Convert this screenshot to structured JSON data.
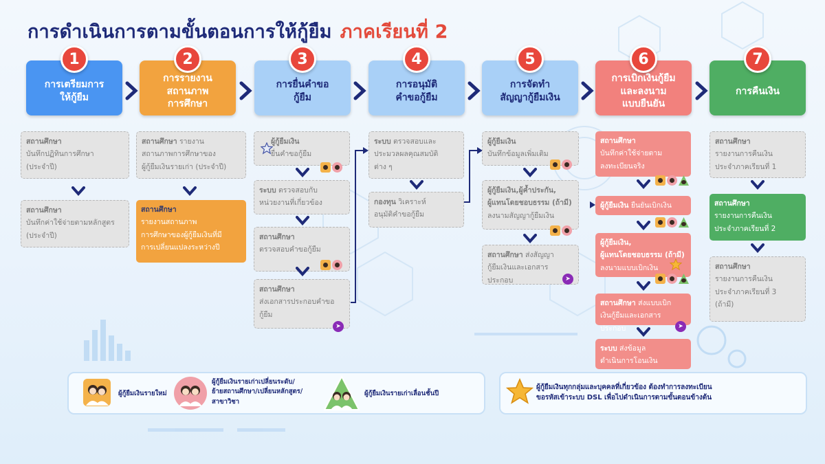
{
  "title": {
    "main": "การดำเนินการตามขั้นตอนการให้กู้ยืม",
    "accent": "ภาคเรียนที่ 2"
  },
  "steps": [
    {
      "num": "1",
      "label": "การเตรียมการ\nให้กู้ยืม"
    },
    {
      "num": "2",
      "label": "การรายงาน\nสถานภาพ\nการศึกษา"
    },
    {
      "num": "3",
      "label": "การยื่นคำขอ\nกู้ยืม"
    },
    {
      "num": "4",
      "label": "การอนุมัติ\nคำขอกู้ยืม"
    },
    {
      "num": "5",
      "label": "การจัดทำ\nสัญญากู้ยืมเงิน"
    },
    {
      "num": "6",
      "label": "การเบิกเงินกู้ยืม\nและลงนาม\nแบบยืนยัน"
    },
    {
      "num": "7",
      "label": "การคืนเงิน"
    }
  ],
  "cards": {
    "c1a": {
      "lbl": "สถานศึกษา",
      "txt": "บันทึกปฏิทินการศึกษา\n(ประจำปี)"
    },
    "c1b": {
      "lbl": "สถานศึกษา",
      "txt": "บันทึกค่าใช้จ่ายตามหลักสูตร\n(ประจำปี)"
    },
    "c2a": {
      "lbl": "สถานศึกษา",
      "txt": " รายงาน\nสถานภาพการศึกษาของ\nผู้กู้ยืมเงินรายเก่า (ประจำปี)"
    },
    "c2b": {
      "lbl": "สถานศึกษา",
      "txt": "รายงานสถานภาพ\nการศึกษาของผู้กู้ยืมเงินที่มี\nการเปลี่ยนแปลงระหว่างปี"
    },
    "c3a": {
      "lbl": "ผู้กู้ยืมเงิน",
      "txt": "ยื่นคำขอกู้ยืม"
    },
    "c3b": {
      "lbl": "ระบบ",
      "txt": " ตรวจสอบกับ\nหน่วยงานที่เกี่ยวข้อง"
    },
    "c3c": {
      "lbl": "สถานศึกษา",
      "txt": "ตรวจสอบคำขอกู้ยืม"
    },
    "c3d": {
      "lbl": "สถานศึกษา",
      "txt": "ส่งเอกสารประกอบคำขอ\nกู้ยืม"
    },
    "c4a": {
      "lbl": "ระบบ",
      "txt": " ตรวจสอบและ\nประมวลผลคุณสมบัติ\nต่าง ๆ"
    },
    "c4b": {
      "lbl": "กองทุน",
      "txt": " วิเคราะห์\nอนุมัติคำขอกู้ยืม"
    },
    "c5a": {
      "lbl": "ผู้กู้ยืมเงิน",
      "txt": "บันทึกข้อมูลเพิ่มเติม"
    },
    "c5b": {
      "lbl": "ผู้กู้ยืมเงิน,ผู้ค้ำประกัน,\nผู้แทนโดยชอบธรรม (ถ้ามี)",
      "txt": "ลงนามสัญญากู้ยืมเงิน"
    },
    "c5c": {
      "lbl": "สถานศึกษา",
      "txt": " ส่งสัญญา\nกู้ยืมเงินและเอกสารประกอบ"
    },
    "c6a": {
      "lbl": "สถานศึกษา",
      "txt": "บันทึกค่าใช้จ่ายตาม\nลงทะเบียนจริง"
    },
    "c6b": {
      "lbl": "ผู้กู้ยืมเงิน",
      "txt": " ยืนยันเบิกเงิน"
    },
    "c6c": {
      "lbl": "ผู้กู้ยืมเงิน,\nผู้แทนโดยชอบธรรม (ถ้ามี)",
      "txt": "ลงนามแบบเบิกเงิน"
    },
    "c6d": {
      "lbl": "สถานศึกษา",
      "txt": " ส่งแบบเบิก\nเงินกู้ยืมและเอกสารประกอบ"
    },
    "c6e": {
      "lbl": "ระบบ",
      "txt": " ส่งข้อมูล\nดำเนินการโอนเงิน"
    },
    "c7a": {
      "lbl": "สถานศึกษา",
      "txt": "รายงานการคืนเงิน\nประจำภาคเรียนที่ 1"
    },
    "c7b": {
      "lbl": "สถานศึกษา",
      "txt": "รายงานการคืนเงิน\nประจำภาคเรียนที่ 2"
    },
    "c7c": {
      "lbl": "สถานศึกษา",
      "txt": "รายงานการคืนเงิน\nประจำภาคเรียนที่ 3\n(ถ้ามี)"
    }
  },
  "legend": {
    "new": "ผู้กู้ยืมเงินรายใหม่",
    "changed": "ผู้กู้ยืมเงินรายเก่าเปลี่ยนระดับ/\nย้ายสถานศึกษา/เปลี่ยนหลักสูตร/\nสาขาวิชา",
    "promoted": "ผู้กู้ยืมเงินรายเก่าเลื่อนชั้นปี",
    "note": "ผู้กู้ยืมเงินทุกกลุ่มและบุคคลที่เกี่ยวข้อง ต้องทำการลงทะเบียน\nขอรหัสเข้าระบบ DSL เพื่อไปดำเนินการตามขั้นตอนข้างต้น"
  },
  "colors": {
    "navy": "#1e2a78",
    "accent": "#e34a3b",
    "blue": "#4a95f2",
    "orange": "#f2a33f",
    "light_blue": "#a9d0f7",
    "pink": "#f2817d",
    "green": "#4fae63"
  }
}
